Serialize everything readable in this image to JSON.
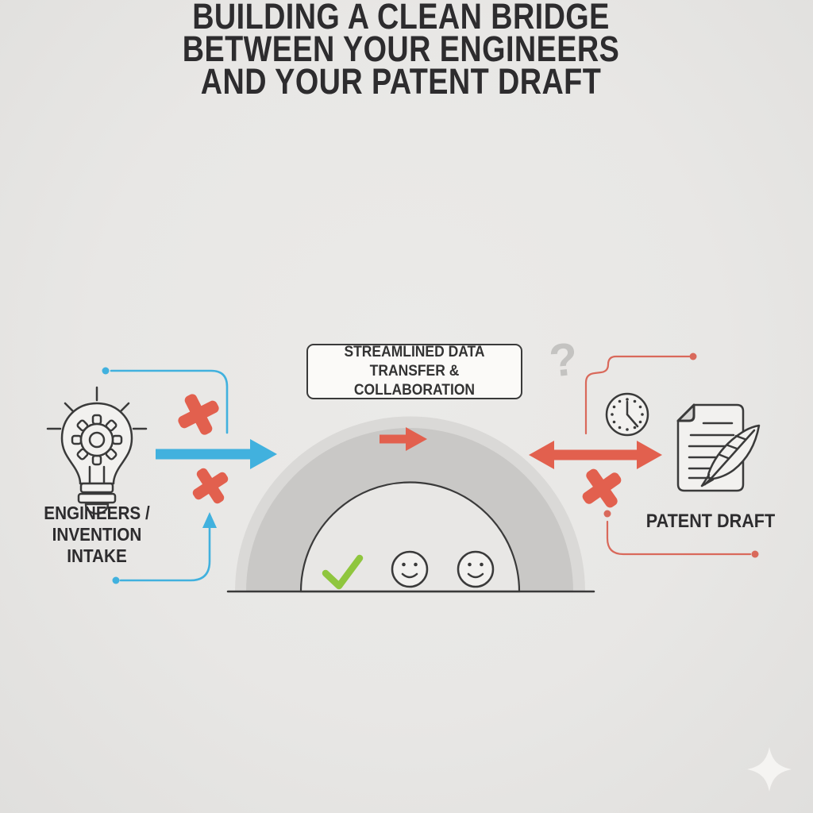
{
  "title": {
    "lines": [
      "BUILDING A CLEAN BRIDGE",
      "BETWEEN YOUR ENGINEERS",
      "AND YOUR PATENT DRAFT"
    ]
  },
  "left_node": {
    "icon": "lightbulb-gear-icon",
    "label_lines": [
      "ENGINEERS /",
      "INVENTION INTAKE"
    ]
  },
  "bridge": {
    "caption_lines": [
      "STREAMLINED DATA",
      "TRANSFER & COLLABORATION"
    ],
    "under_arch_icons": [
      "checkmark-icon",
      "smiley-icon",
      "smiley-icon"
    ]
  },
  "right_node": {
    "question_mark": "?",
    "icons": [
      "clock-icon",
      "document-quill-icon"
    ],
    "label": "PATENT DRAFT"
  },
  "decor": {
    "sparkle": "four-point-sparkle-icon"
  },
  "colors": {
    "bg": "#E8E7E5",
    "ink": "#3A3A3A",
    "title_ink": "#2D2C2E",
    "blue": "#41B1DE",
    "red": "#E2604E",
    "red_line": "#D9695B",
    "green": "#8FC63E",
    "muted": "#C4C3C1",
    "bridge_outer": "#DAD9D7",
    "bridge_ring": "#C9C8C6",
    "panel": "#FBFAF8",
    "page": "#F2F1EF",
    "sparkle": "#F5F4F2"
  }
}
